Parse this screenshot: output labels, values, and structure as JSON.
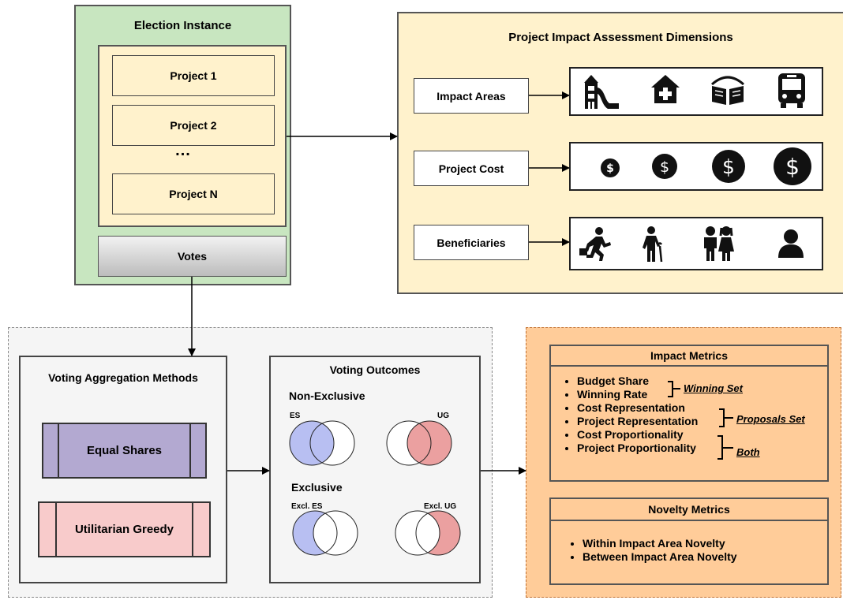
{
  "election": {
    "title": "Election Instance",
    "projects": [
      "Project 1",
      "Project 2",
      "Project N"
    ],
    "ellipsis": "...",
    "votes": "Votes"
  },
  "assessment": {
    "title": "Project Impact Assessment Dimensions",
    "rows": [
      {
        "label": "Impact Areas",
        "icons": [
          "playground-icon",
          "hospital-icon",
          "library-book-icon",
          "bus-icon"
        ]
      },
      {
        "label": "Project Cost",
        "icons": [
          "small-dollar-coin-icon",
          "medium-dollar-coin-icon",
          "large-dollar-coin-icon",
          "xlarge-dollar-coin-icon"
        ]
      },
      {
        "label": "Beneficiaries",
        "icons": [
          "running-child-icon",
          "elderly-person-icon",
          "children-pair-icon",
          "person-icon"
        ]
      }
    ]
  },
  "aggregation": {
    "title": "Voting Aggregation Methods",
    "methods": [
      "Equal Shares",
      "Utilitarian Greedy"
    ],
    "colors": {
      "equal_shares": "#b3a9d1",
      "utilitarian_greedy": "#f8cbcb"
    }
  },
  "outcomes": {
    "title": "Voting Outcomes",
    "non_exclusive": {
      "label": "Non-Exclusive",
      "left": "ES",
      "right": "UG"
    },
    "exclusive": {
      "label": "Exclusive",
      "left": "Excl. ES",
      "right": "Excl. UG"
    },
    "colors": {
      "es": "#b8bff2",
      "ug": "#eba0a0"
    }
  },
  "metrics": {
    "impact_title": "Impact Metrics",
    "items": [
      "Budget Share",
      "Winning Rate",
      "Cost Representation",
      "Project Representation",
      "Cost Proportionality",
      "Project Proportionality"
    ],
    "groups": [
      "Winning Set",
      "Proposals Set",
      "Both"
    ],
    "novelty_title": "Novelty Metrics",
    "novelty_items": [
      "Within Impact Area Novelty",
      "Between Impact Area Novelty"
    ]
  },
  "colors": {
    "election_fill": "#c8e6c0",
    "project_fill": "#fff2cc",
    "assessment_fill": "#fff2cc",
    "metrics_fill": "#ffcc99",
    "panel_fill": "#f5f5f5"
  }
}
